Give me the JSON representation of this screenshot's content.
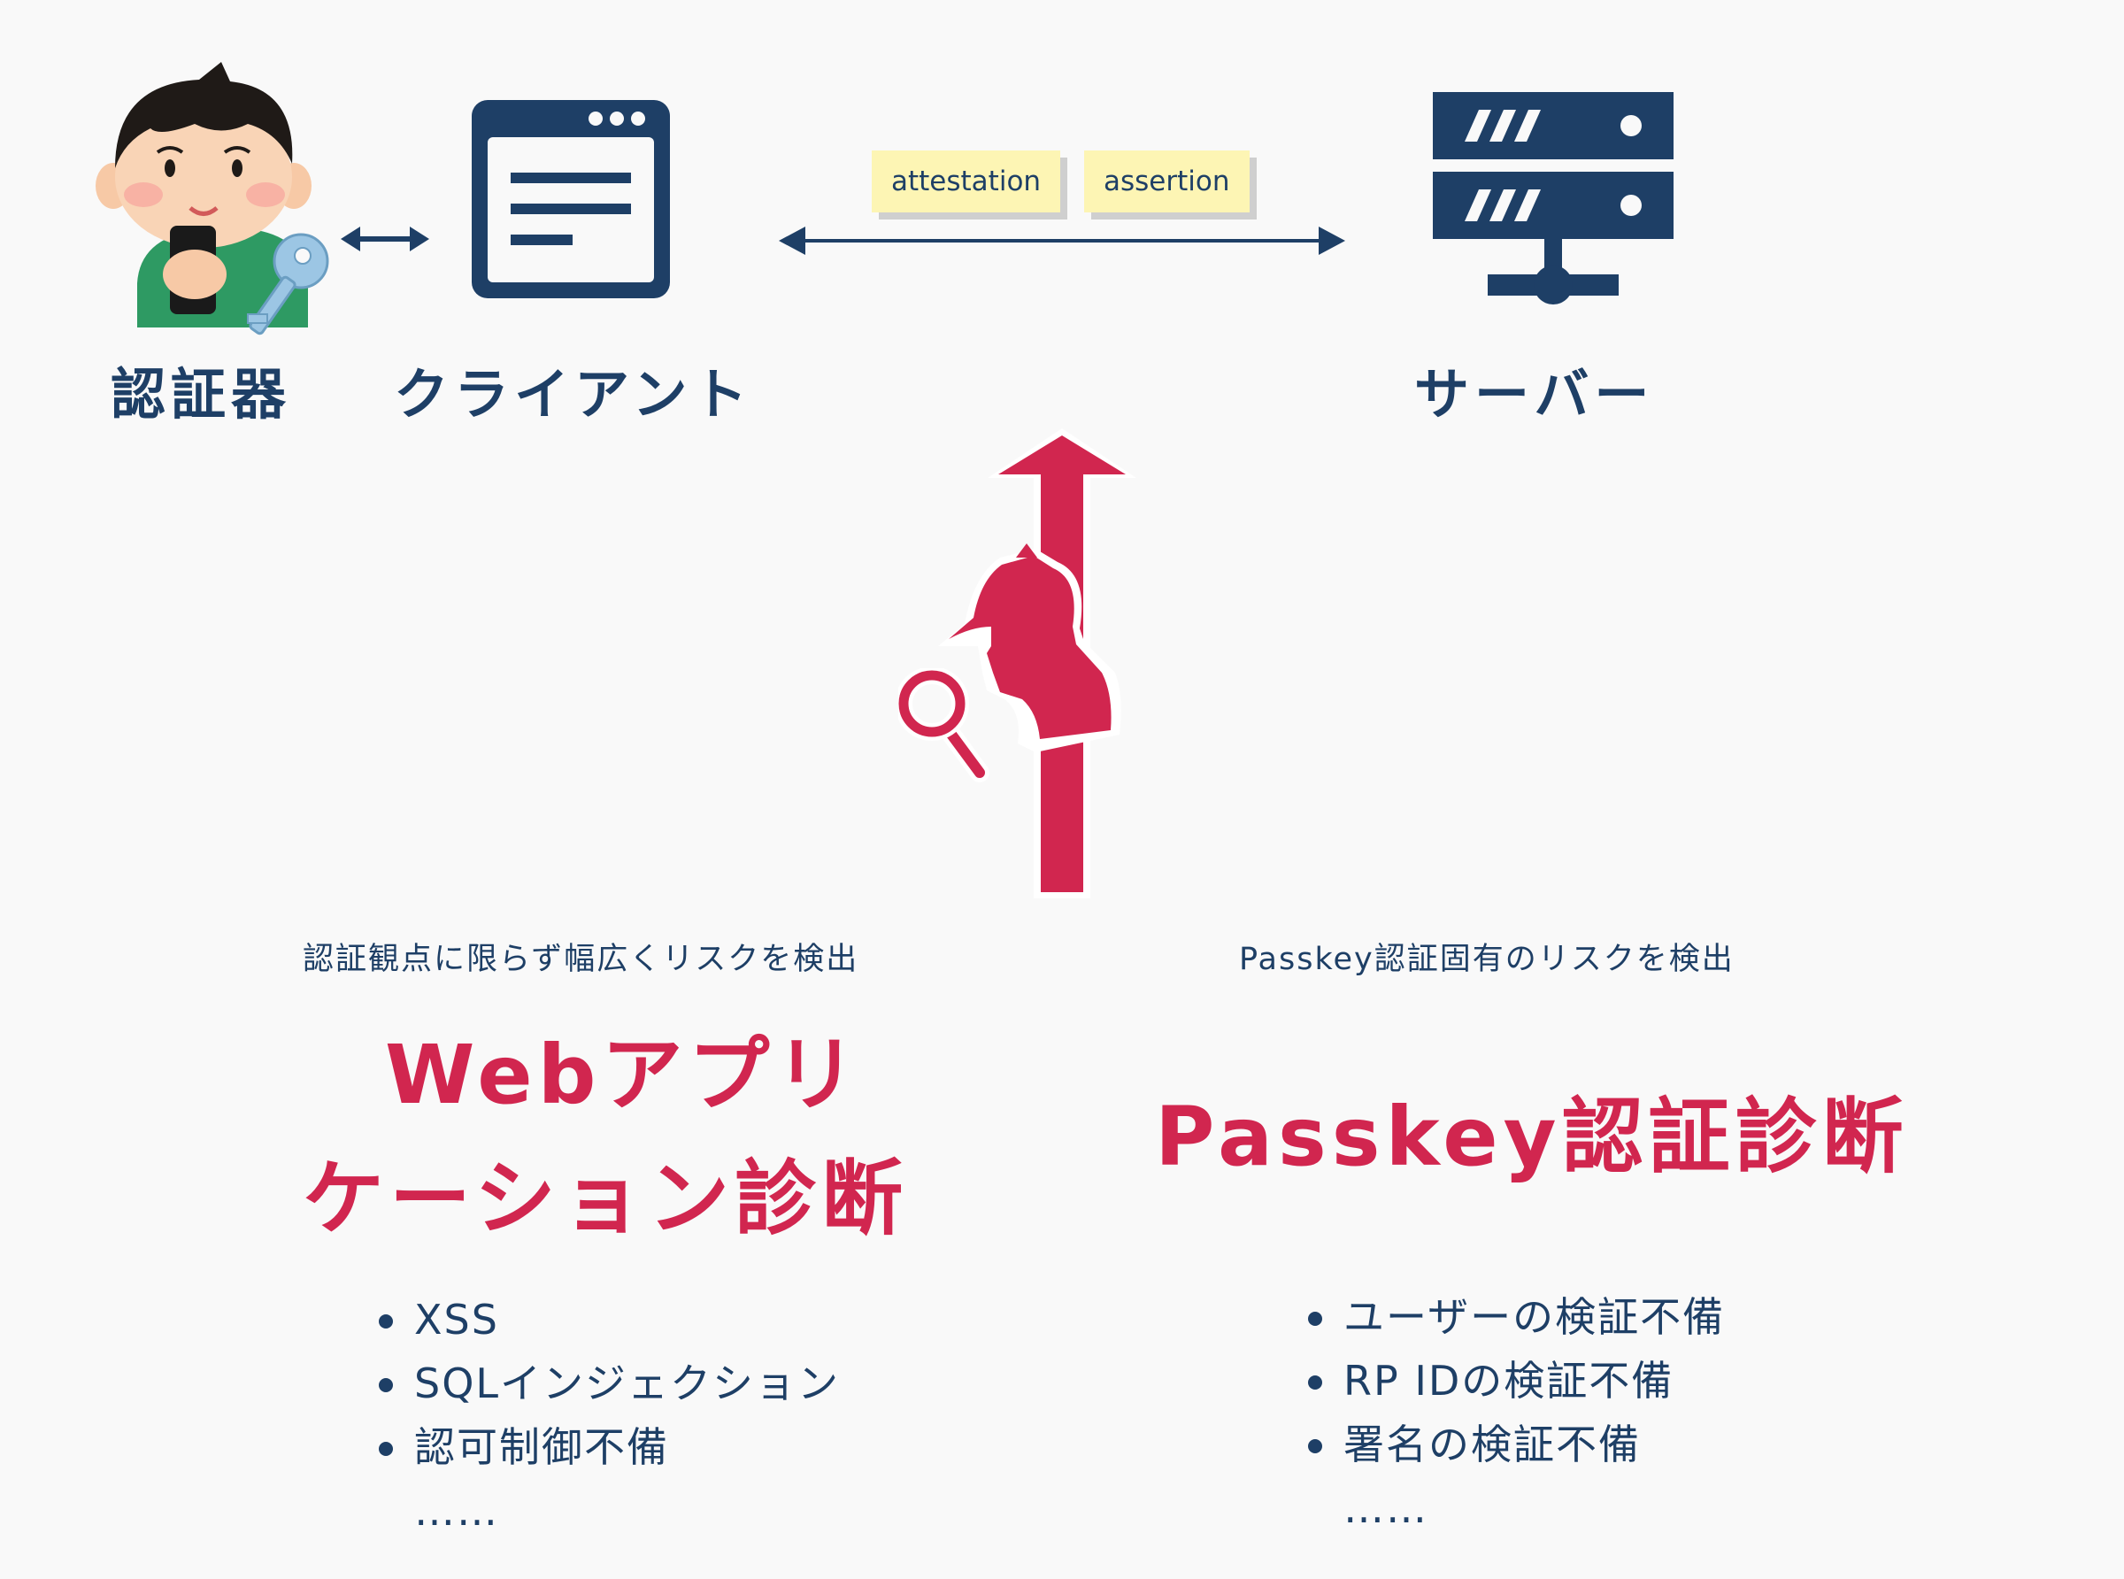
{
  "nodes": {
    "authenticator": "認証器",
    "client": "クライアント",
    "server": "サーバー"
  },
  "messages": {
    "attestation": "attestation",
    "assertion": "assertion"
  },
  "left": {
    "caption": "認証観点に限らず幅広くリスクを検出",
    "title_line1": "Webアプリ",
    "title_line2": "ケーション診断",
    "items": [
      "XSS",
      "SQLインジェクション",
      "認可制御不備"
    ],
    "ellipsis": "……"
  },
  "right": {
    "caption": "Passkey認証固有のリスクを検出",
    "title": "Passkey認証診断",
    "items": [
      "ユーザーの検証不備",
      "RP IDの検証不備",
      "署名の検証不備"
    ],
    "ellipsis": "……"
  },
  "icons": {
    "person": "person-holding-phone-icon",
    "key": "key-icon",
    "client": "browser-window-icon",
    "server": "server-icon",
    "detective": "detective-silhouette-icon",
    "magnifier": "magnifying-glass-icon"
  },
  "colors": {
    "navy": "#1e3f66",
    "crimson": "#d1264f",
    "note": "#fdf5b4"
  }
}
